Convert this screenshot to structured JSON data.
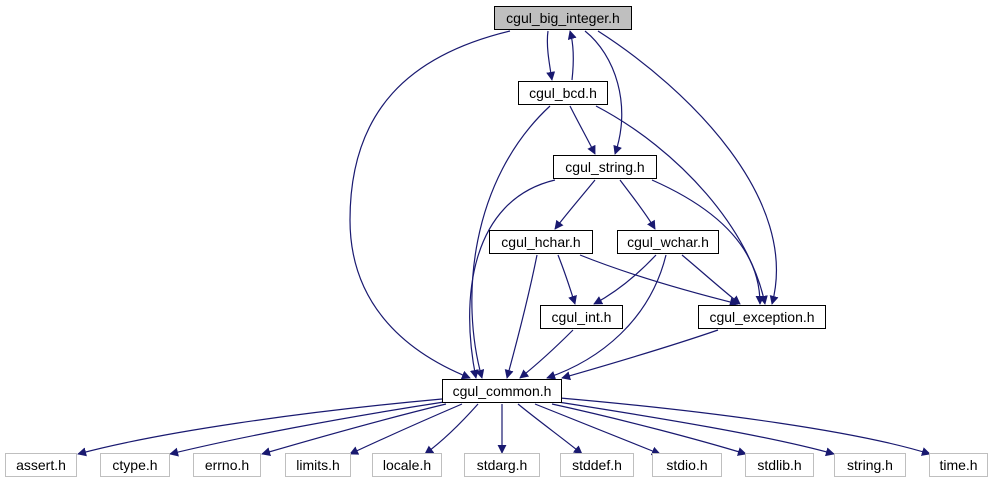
{
  "graph": {
    "edge_color": "#191970",
    "root_fill": "#bfbfbf",
    "system_border": "#bfbfbf",
    "nodes": {
      "cgul_big_integer": {
        "label": "cgul_big_integer.h"
      },
      "cgul_bcd": {
        "label": "cgul_bcd.h"
      },
      "cgul_string": {
        "label": "cgul_string.h"
      },
      "cgul_hchar": {
        "label": "cgul_hchar.h"
      },
      "cgul_wchar": {
        "label": "cgul_wchar.h"
      },
      "cgul_int": {
        "label": "cgul_int.h"
      },
      "cgul_exception": {
        "label": "cgul_exception.h"
      },
      "cgul_common": {
        "label": "cgul_common.h"
      },
      "assert": {
        "label": "assert.h"
      },
      "ctype": {
        "label": "ctype.h"
      },
      "errno": {
        "label": "errno.h"
      },
      "limits": {
        "label": "limits.h"
      },
      "locale": {
        "label": "locale.h"
      },
      "stdarg": {
        "label": "stdarg.h"
      },
      "stddef": {
        "label": "stddef.h"
      },
      "stdio": {
        "label": "stdio.h"
      },
      "stdlib": {
        "label": "stdlib.h"
      },
      "string": {
        "label": "string.h"
      },
      "time": {
        "label": "time.h"
      }
    },
    "edges": [
      [
        "cgul_big_integer",
        "cgul_bcd"
      ],
      [
        "cgul_bcd",
        "cgul_big_integer"
      ],
      [
        "cgul_big_integer",
        "cgul_string"
      ],
      [
        "cgul_big_integer",
        "cgul_exception"
      ],
      [
        "cgul_big_integer",
        "cgul_common"
      ],
      [
        "cgul_bcd",
        "cgul_string"
      ],
      [
        "cgul_bcd",
        "cgul_exception"
      ],
      [
        "cgul_bcd",
        "cgul_common"
      ],
      [
        "cgul_string",
        "cgul_hchar"
      ],
      [
        "cgul_string",
        "cgul_wchar"
      ],
      [
        "cgul_string",
        "cgul_exception"
      ],
      [
        "cgul_string",
        "cgul_common"
      ],
      [
        "cgul_hchar",
        "cgul_int"
      ],
      [
        "cgul_hchar",
        "cgul_exception"
      ],
      [
        "cgul_hchar",
        "cgul_common"
      ],
      [
        "cgul_wchar",
        "cgul_int"
      ],
      [
        "cgul_wchar",
        "cgul_exception"
      ],
      [
        "cgul_wchar",
        "cgul_common"
      ],
      [
        "cgul_int",
        "cgul_common"
      ],
      [
        "cgul_exception",
        "cgul_common"
      ],
      [
        "cgul_common",
        "assert"
      ],
      [
        "cgul_common",
        "ctype"
      ],
      [
        "cgul_common",
        "errno"
      ],
      [
        "cgul_common",
        "limits"
      ],
      [
        "cgul_common",
        "locale"
      ],
      [
        "cgul_common",
        "stdarg"
      ],
      [
        "cgul_common",
        "stddef"
      ],
      [
        "cgul_common",
        "stdio"
      ],
      [
        "cgul_common",
        "stdlib"
      ],
      [
        "cgul_common",
        "string"
      ],
      [
        "cgul_common",
        "time"
      ]
    ]
  }
}
